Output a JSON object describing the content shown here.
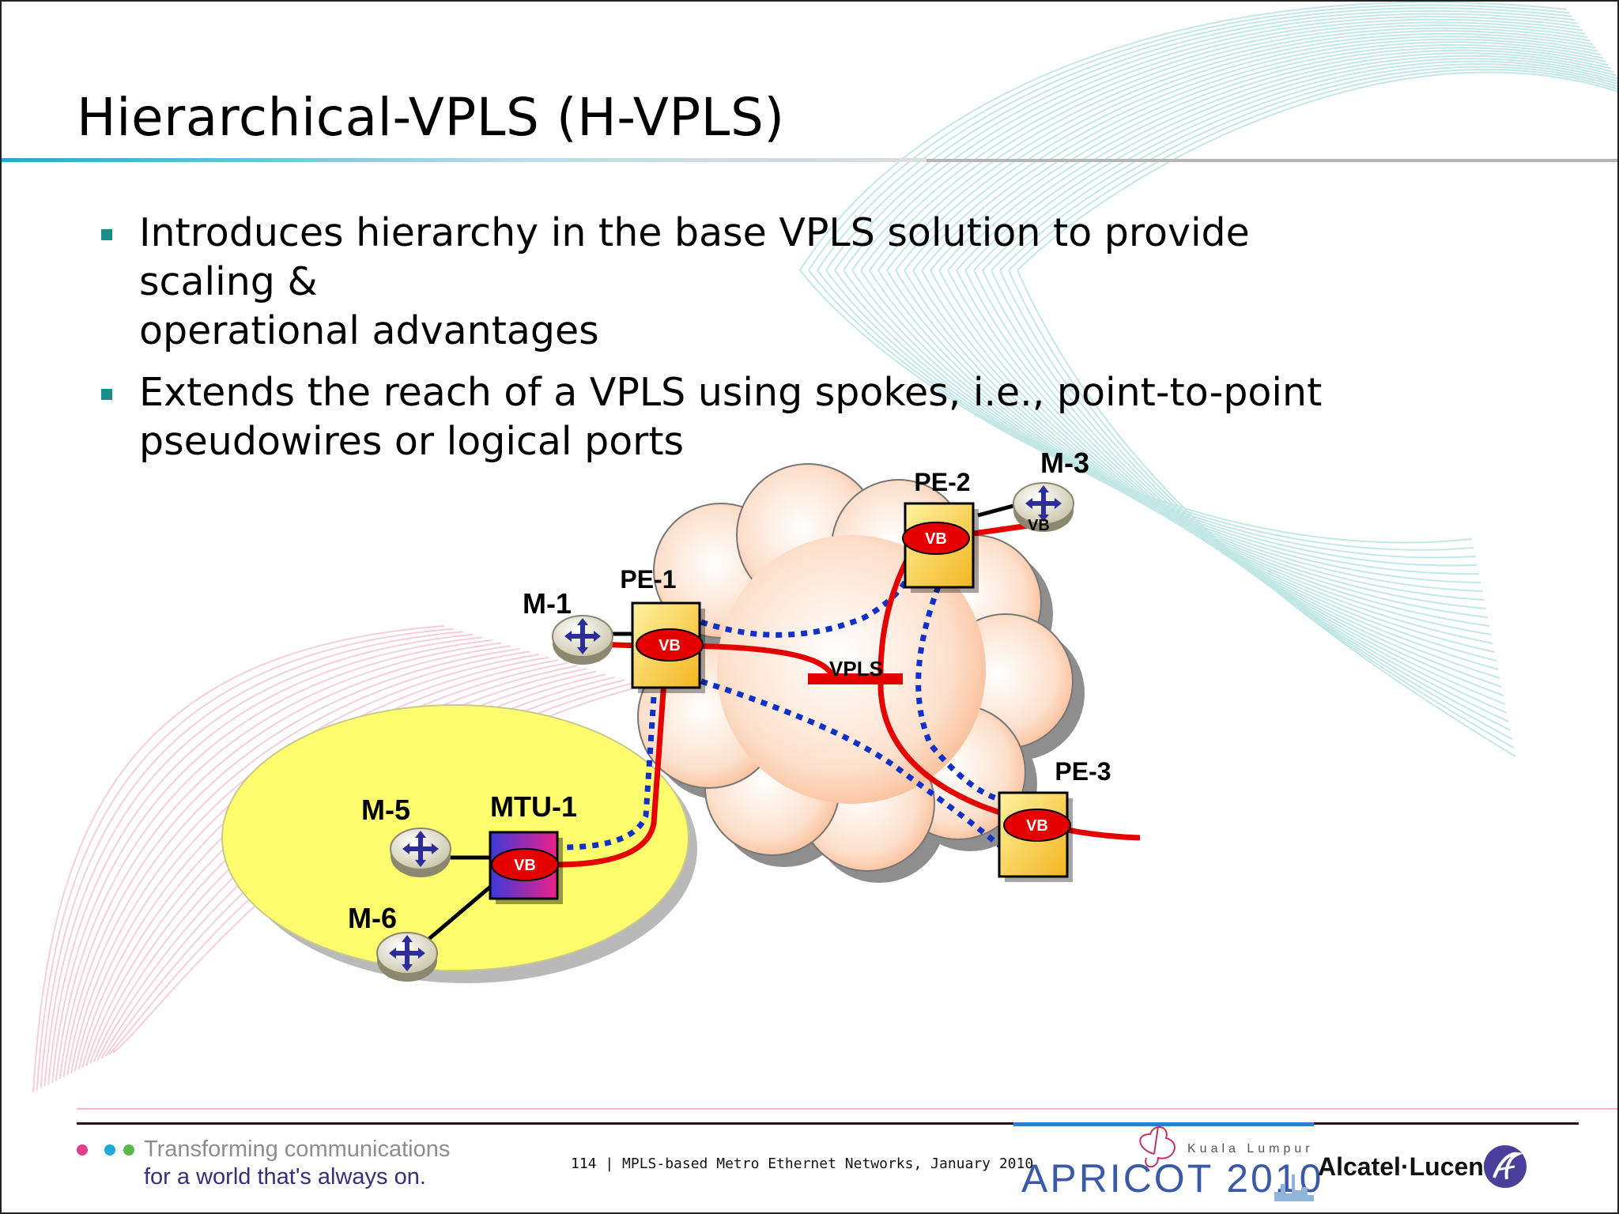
{
  "slide": {
    "title": "Hierarchical-VPLS (H-VPLS)",
    "bullets": [
      {
        "line1": "Introduces hierarchy in the base VPLS solution to provide scaling &",
        "line2": "operational advantages"
      },
      {
        "line1": "Extends the reach of a VPLS using spokes, i.e., point-to-point",
        "line2": "pseudowires or logical ports"
      }
    ]
  },
  "diagram": {
    "core_label": "VPLS",
    "bridge_label": "VB",
    "nodes": {
      "pe1": "PE-1",
      "pe2": "PE-2",
      "pe3": "PE-3",
      "m1": "M-1",
      "m3": "M-3",
      "m5": "M-5",
      "m6": "M-6",
      "mtu1": "MTU-1"
    },
    "colors": {
      "cloud": "#f9b98c",
      "pe_box": "#f8d63a",
      "access_area": "#fdfd6e",
      "vpls_path": "#e50000",
      "pseudowire": "#1030c8",
      "mtu_box": "#a03ab0"
    }
  },
  "footer": {
    "tagline_line1": "Transforming communications",
    "tagline_line2": "for a world that's always on.",
    "page_info": "114 | MPLS-based Metro Ethernet Networks, January 2010",
    "event_name": "APRICOT 2010",
    "event_city": "Kuala Lumpur",
    "company": "Alcatel·Lucent"
  }
}
